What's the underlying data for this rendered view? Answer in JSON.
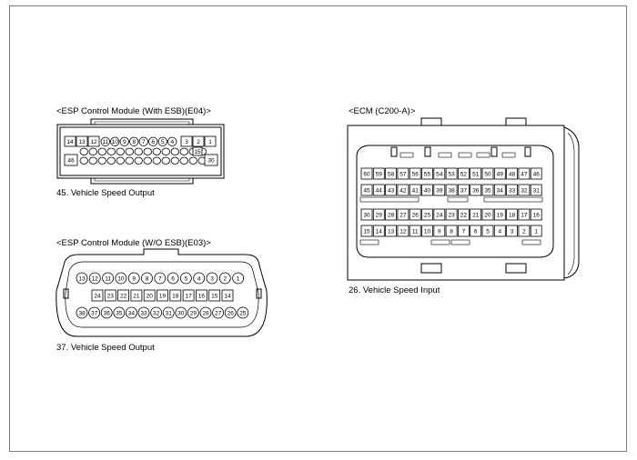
{
  "connectors": {
    "e04": {
      "title": "<ESP Control Module (With ESB)(E04)>",
      "caption": "45. Vehicle Speed Output",
      "row1_left": [
        "14",
        "13",
        "12"
      ],
      "row1_mid": [
        "11",
        "10",
        "9",
        "8",
        "7",
        "6",
        "5",
        "4"
      ],
      "row1_right": [
        "3",
        "2",
        "1"
      ],
      "row2_right_label": "15",
      "row3_left": "46",
      "row3_right": "30"
    },
    "e03": {
      "title": "<ESP Control Module (W/O ESB)(E03)>",
      "caption": "37. Vehicle Speed Output",
      "row1": [
        "13",
        "12",
        "11",
        "10",
        "9",
        "8",
        "7",
        "6",
        "5",
        "4",
        "3",
        "2",
        "1"
      ],
      "row2": [
        "24",
        "23",
        "22",
        "21",
        "20",
        "19",
        "18",
        "17",
        "16",
        "15",
        "14"
      ],
      "row3": [
        "38",
        "37",
        "36",
        "35",
        "34",
        "33",
        "32",
        "31",
        "30",
        "29",
        "28",
        "27",
        "26",
        "25"
      ]
    },
    "c200a": {
      "title": "<ECM (C200-A)>",
      "caption": "26. Vehicle Speed Input",
      "row1": [
        "60",
        "59",
        "58",
        "57",
        "56",
        "55",
        "54",
        "53",
        "52",
        "51",
        "50",
        "49",
        "48",
        "47",
        "46"
      ],
      "row2": [
        "45",
        "44",
        "43",
        "42",
        "41",
        "40",
        "39",
        "38",
        "37",
        "36",
        "35",
        "34",
        "33",
        "32",
        "31"
      ],
      "row3": [
        "30",
        "29",
        "28",
        "27",
        "26",
        "25",
        "24",
        "23",
        "22",
        "21",
        "20",
        "19",
        "18",
        "17",
        "16"
      ],
      "row4": [
        "15",
        "14",
        "13",
        "12",
        "11",
        "10",
        "9",
        "8",
        "7",
        "6",
        "5",
        "4",
        "3",
        "2",
        "1"
      ]
    }
  }
}
